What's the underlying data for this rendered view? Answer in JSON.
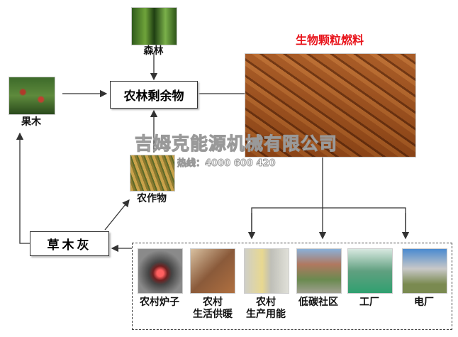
{
  "nodes": {
    "forest": "森林",
    "residue": "农林剩余物",
    "fruit": "果木",
    "crop": "农作物",
    "ash": "草木灰",
    "pellet_title": "生物颗粒燃料"
  },
  "uses": [
    {
      "line1": "农村炉子",
      "line2": ""
    },
    {
      "line1": "农村",
      "line2": "生活供暖"
    },
    {
      "line1": "农村",
      "line2": "生产用能"
    },
    {
      "line1": "低碳社区",
      "line2": ""
    },
    {
      "line1": "工厂",
      "line2": ""
    },
    {
      "line1": "电厂",
      "line2": ""
    }
  ],
  "watermark": {
    "company": "吉姆克能源机械有限公司",
    "hotline": "热线：4000 600 420"
  },
  "colors": {
    "title_red": "#e8141b",
    "line": "#333333"
  }
}
